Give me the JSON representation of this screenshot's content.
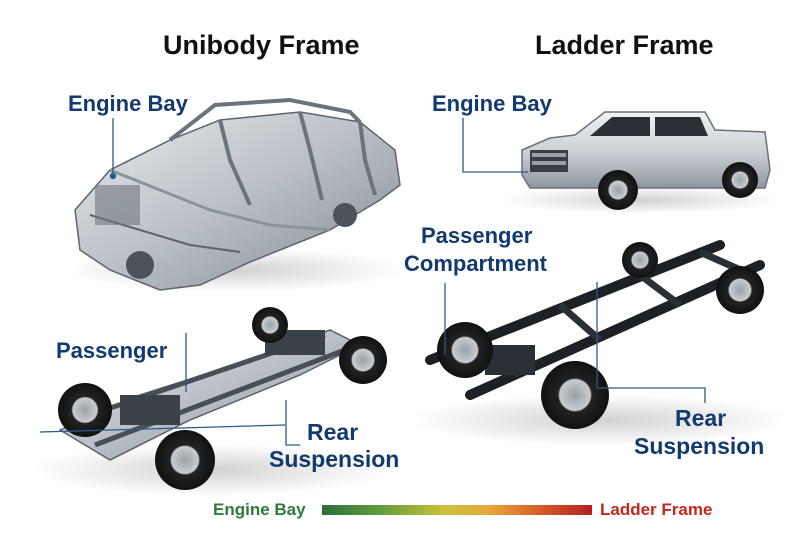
{
  "columns": {
    "left_title": "Unibody Frame",
    "right_title": "Ladder Frame"
  },
  "left_labels": {
    "engine_bay": "Engine Bay",
    "passenger": "Passenger",
    "rear_line1": "Rear",
    "rear_line2": "Suspension"
  },
  "right_labels": {
    "engine_bay": "Engine Bay",
    "passenger_line1": "Passenger",
    "passenger_line2": "Compartment",
    "rear_line1": "Rear",
    "rear_line2": "Suspension"
  },
  "legend": {
    "left": "Engine Bay",
    "right": "Ladder Frame"
  },
  "colors": {
    "label": "#123a6e",
    "leader_line": "#2a5a8c",
    "legend_left": "#2f7a3c",
    "legend_right": "#c2281f"
  }
}
